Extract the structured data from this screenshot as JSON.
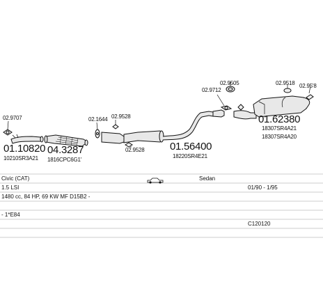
{
  "parts": {
    "p_02_9707": "02.9707",
    "p_01_10820": "01.10820",
    "p_10210SR3A21": "10210SR3A21",
    "p_04_3287": "04.3287",
    "p_1816CPC6G1": "1816CPC6G1'",
    "p_02_1644": "02.1644",
    "p_02_9528a": "02.9528",
    "p_02_9528b": "02.9528",
    "p_01_56400": "01.56400",
    "p_18220SR4E21": "18220SR4E21",
    "p_02_9712": "02.9712",
    "p_02_9505": "02.9505",
    "p_02_9518": "02.9518",
    "p_02_9518b": "02.95'8",
    "p_01_62380": "01.62380",
    "p_18307SR4A21": "18307SR4A21",
    "p_18307SR4A20": "18307SR4A20"
  },
  "info": {
    "model": "Civic (CAT)",
    "body": "Sedan",
    "engine": "1.5 LSI",
    "years": "01/90 - 1/95",
    "spec": "1480 cc, 84 HP, 69 KW MF D15B2 -",
    "code": "- 1*E84",
    "ref": "C120120"
  },
  "colors": {
    "line": "#111111",
    "pipe_fill": "#e6e6e6"
  },
  "icons": {
    "car": "car-sedan-icon"
  }
}
